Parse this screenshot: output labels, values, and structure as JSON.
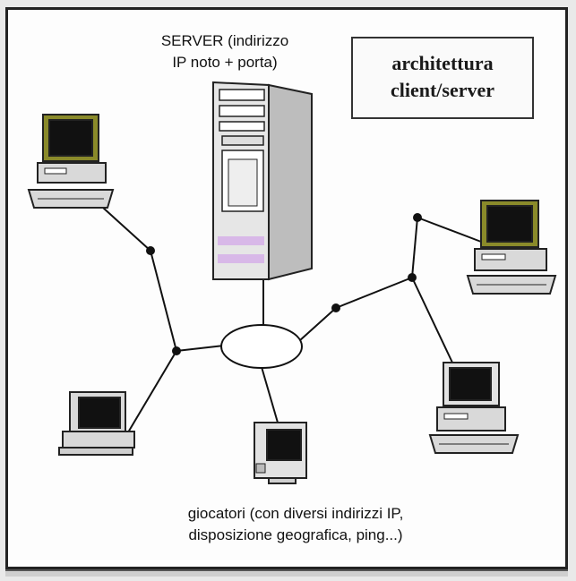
{
  "server_label_line1": "SERVER (indirizzo",
  "server_label_line2": "IP noto + porta)",
  "title_line1": "architettura",
  "title_line2": "client/server",
  "players_label_line1": "giocatori (con diversi indirizzi IP,",
  "players_label_line2": "disposizione geografica, ping...)",
  "colors": {
    "line": "#111111",
    "screen": "#111111",
    "monitor_bezel": "#8a8a2a",
    "computer_body": "#d9d9d9",
    "server_body": "#e6e6e6",
    "accent": "#d8b8e8"
  }
}
